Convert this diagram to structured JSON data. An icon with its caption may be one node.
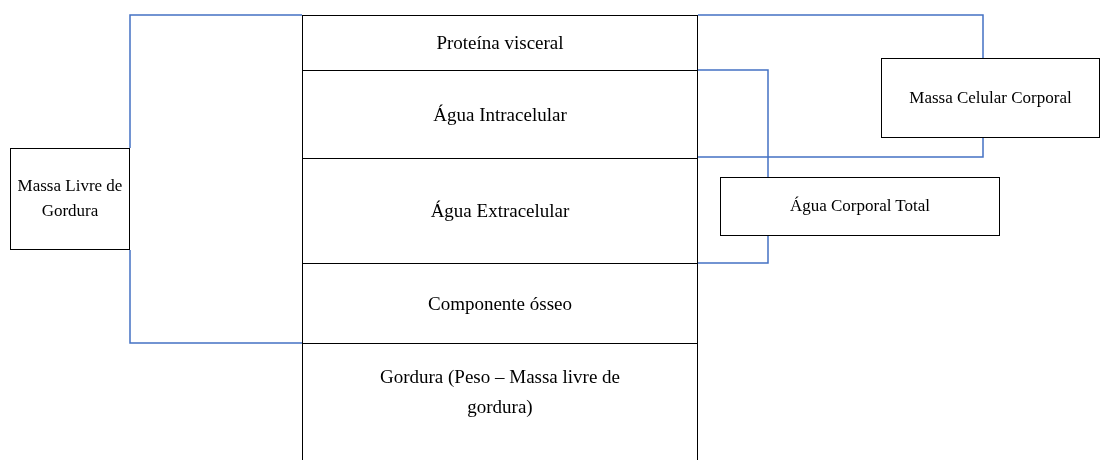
{
  "diagram": {
    "nodes": [
      {
        "text": [
          "Proteína visceral"
        ]
      },
      {
        "text": [
          "Água Intracelular"
        ]
      },
      {
        "text": [
          "Água Extracelular"
        ]
      },
      {
        "text": [
          "Componente ósseo"
        ]
      },
      {
        "text": [
          "Gordura (Peso – Massa livre de gordura)"
        ]
      },
      {
        "text": [
          "Massa Livre de Gordura"
        ]
      },
      {
        "text": [
          "Massa Celular Corporal"
        ]
      },
      {
        "text": [
          "Água Corporal Total"
        ]
      }
    ]
  }
}
